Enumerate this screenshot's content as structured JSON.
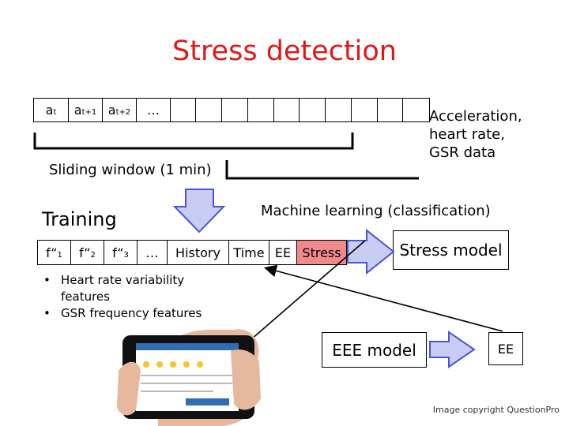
{
  "title": "Stress detection",
  "signal_strip": {
    "cells": [
      {
        "base": "a",
        "sub": "t"
      },
      {
        "base": "a",
        "sub": "t+1"
      },
      {
        "base": "a",
        "sub": "t+2"
      },
      {
        "base": "…",
        "sub": ""
      },
      {
        "base": "",
        "sub": ""
      },
      {
        "base": "",
        "sub": ""
      },
      {
        "base": "",
        "sub": ""
      },
      {
        "base": "",
        "sub": ""
      },
      {
        "base": "",
        "sub": ""
      },
      {
        "base": "",
        "sub": ""
      },
      {
        "base": "",
        "sub": ""
      },
      {
        "base": "",
        "sub": ""
      },
      {
        "base": "",
        "sub": ""
      },
      {
        "base": "",
        "sub": ""
      }
    ]
  },
  "data_sources": {
    "lines": [
      "Acceleration,",
      "heart rate,",
      "GSR data"
    ]
  },
  "sliding_window_label": "Sliding window (1 min)",
  "training_label": "Training",
  "ml_label": "Machine learning (classification)",
  "feature_list": {
    "items": [
      {
        "base": "f“",
        "sub": "1"
      },
      {
        "base": "f“",
        "sub": "2"
      },
      {
        "base": "f“",
        "sub": "3"
      },
      {
        "base": "…",
        "sub": ""
      },
      {
        "base": "History",
        "sub": ""
      },
      {
        "base": "Time",
        "sub": ""
      },
      {
        "base": "EE",
        "sub": ""
      },
      {
        "base": "Stress",
        "sub": ""
      }
    ]
  },
  "stress_model_label": "Stress model",
  "feature_bullets": [
    "Heart rate variability features",
    "GSR frequency features"
  ],
  "eee_model_label": "EEE model",
  "ee_output_label": "EE",
  "copyright": "Image copyright QuestionPro",
  "colors": {
    "title": "#e01818",
    "arrow_fill": "#c9cdf4",
    "arrow_stroke": "#4a55d6",
    "stress_highlight": "#f0898c"
  }
}
